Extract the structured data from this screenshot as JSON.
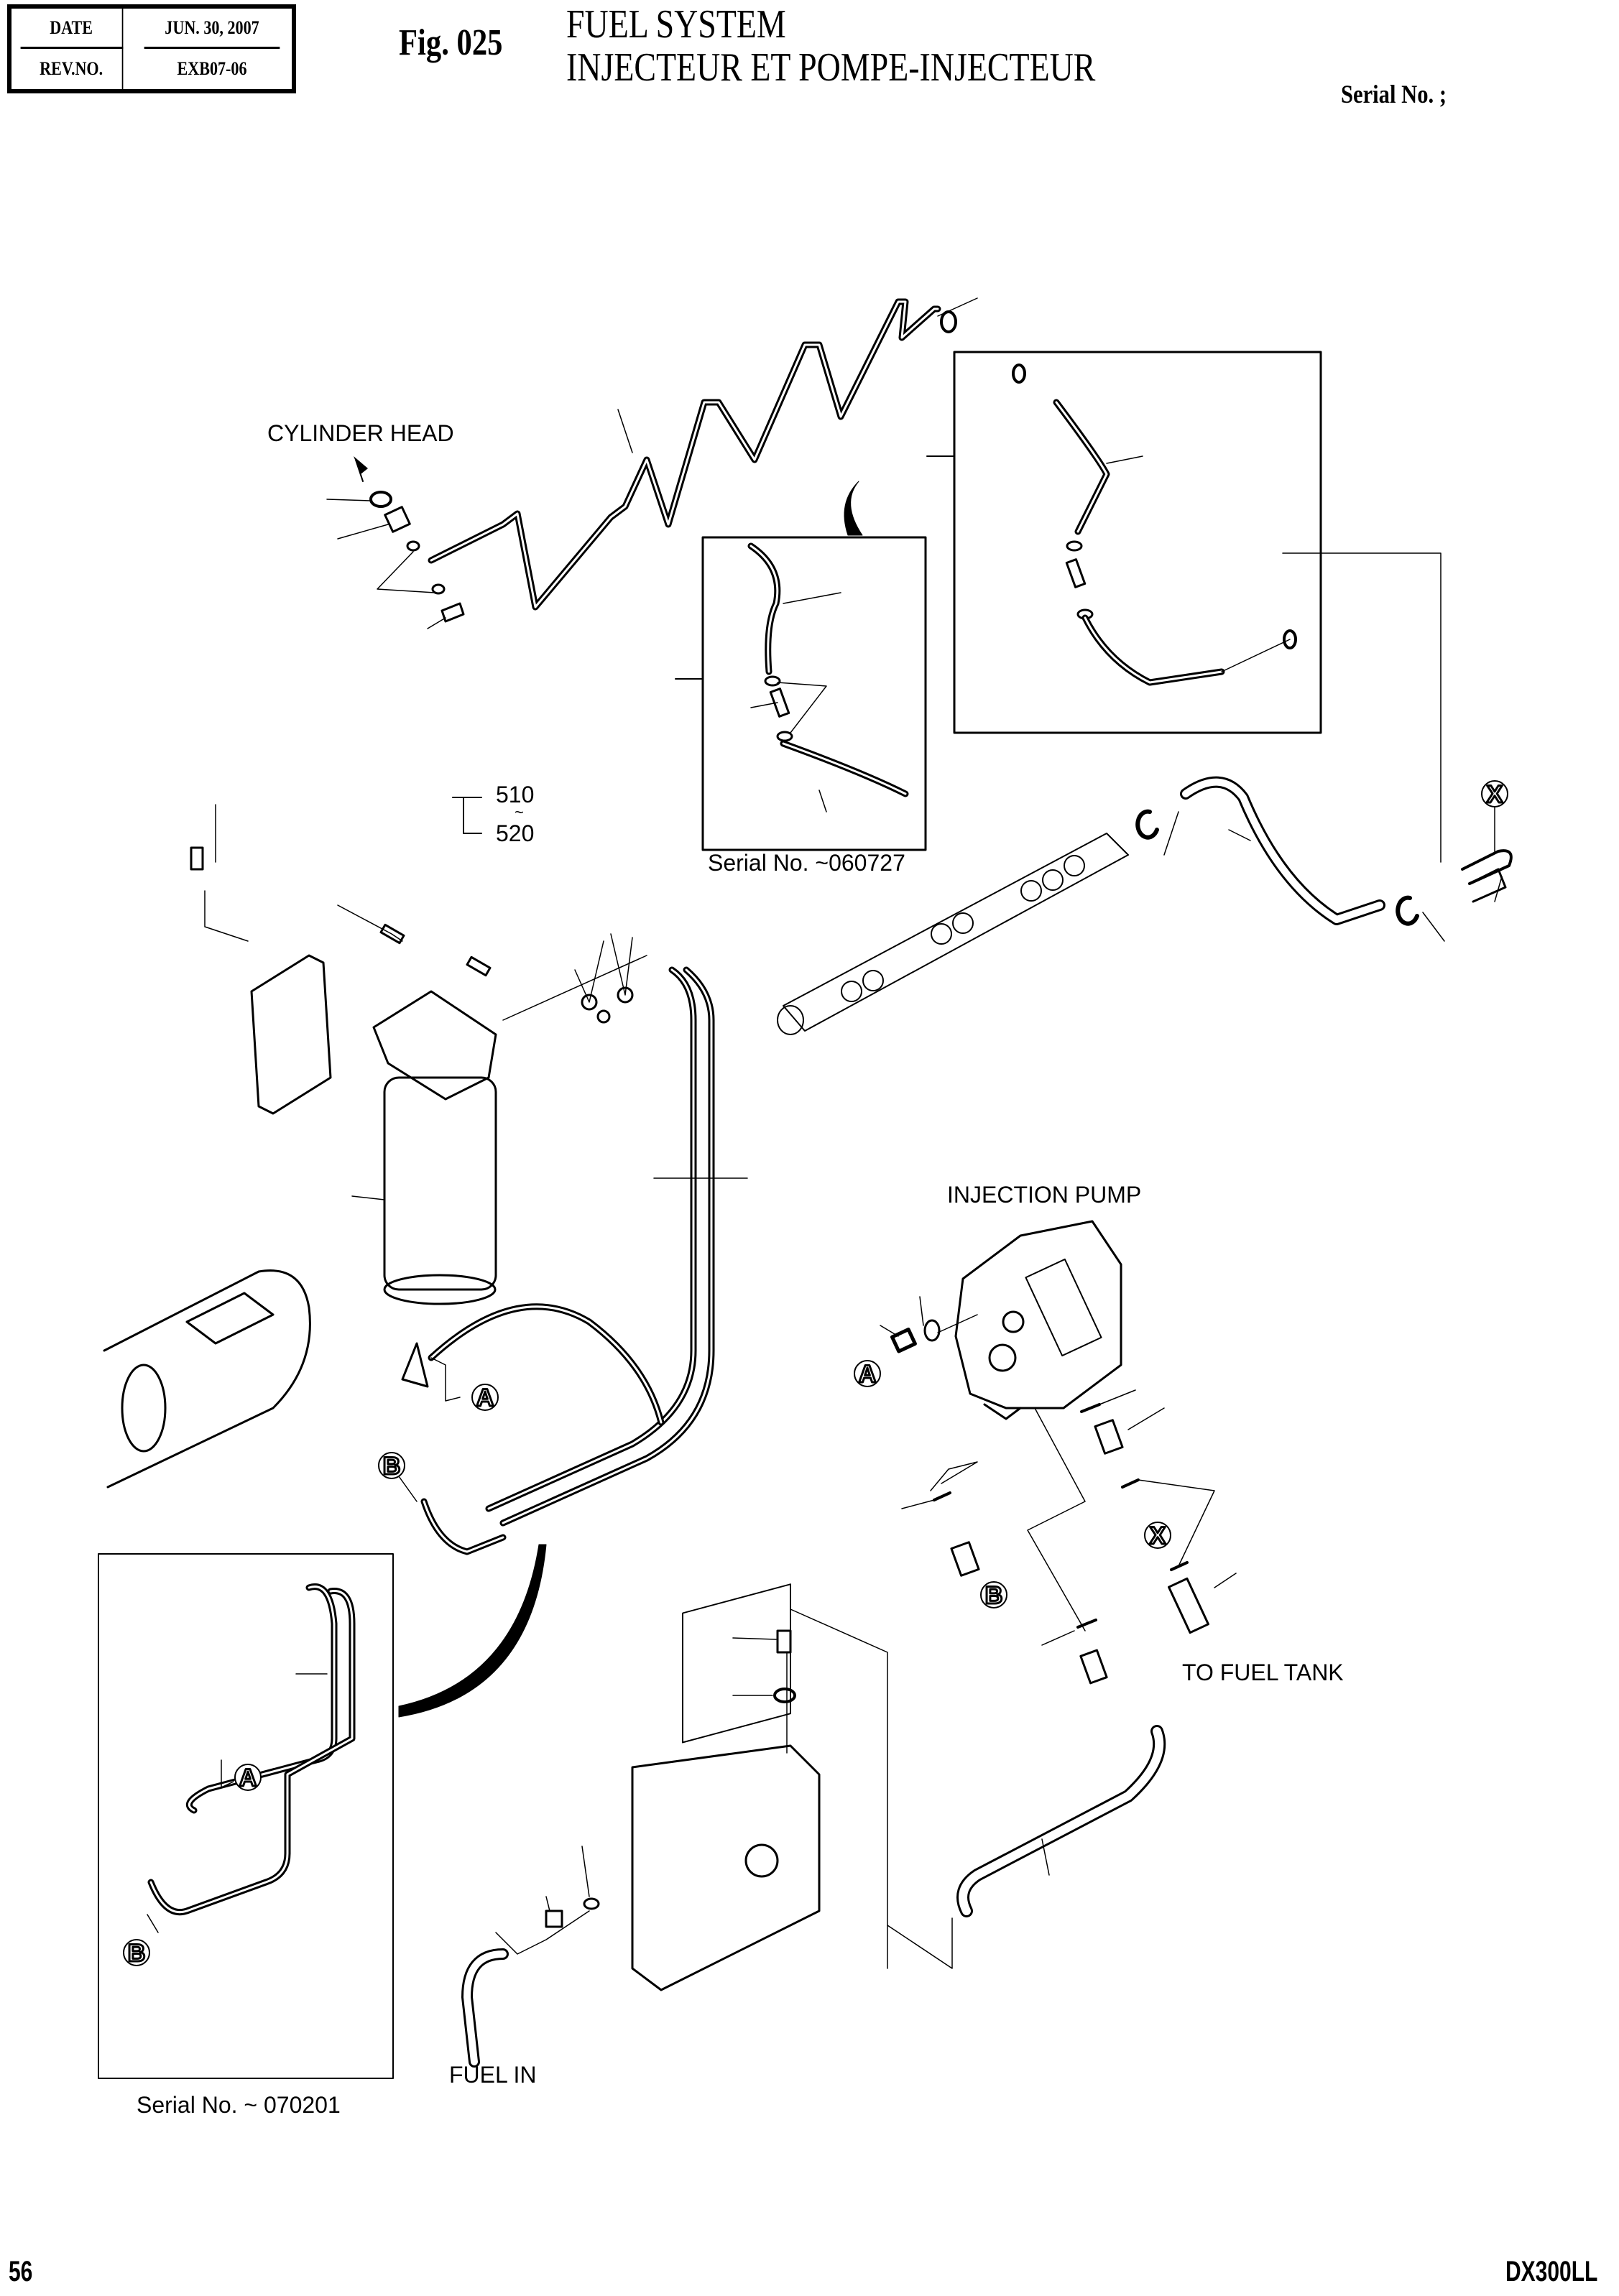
{
  "header": {
    "date_label": "DATE",
    "date_value": "JUN. 30, 2007",
    "rev_label": "REV.NO.",
    "rev_value": "EXB07-06",
    "fig_number": "Fig. 025",
    "title_line1": "FUEL  SYSTEM",
    "title_line2": "INJECTEUR  ET  POMPE-INJECTEUR",
    "serial": "Serial No. ;"
  },
  "labels": {
    "cylinder_head": "CYLINDER HEAD",
    "range_top": "510",
    "range_sep": "~",
    "range_bottom": "520",
    "serial_inset_top": "Serial No. ~060727",
    "injection_pump": "INJECTION PUMP",
    "to_fuel_tank": "TO FUEL TANK",
    "fuel_in": "FUEL IN",
    "serial_inset_bottom": "Serial No. ~ 070201"
  },
  "callouts": {
    "a": "A",
    "b": "B",
    "x": "X"
  },
  "footer": {
    "page_number": "56",
    "model": "DX300LL"
  }
}
